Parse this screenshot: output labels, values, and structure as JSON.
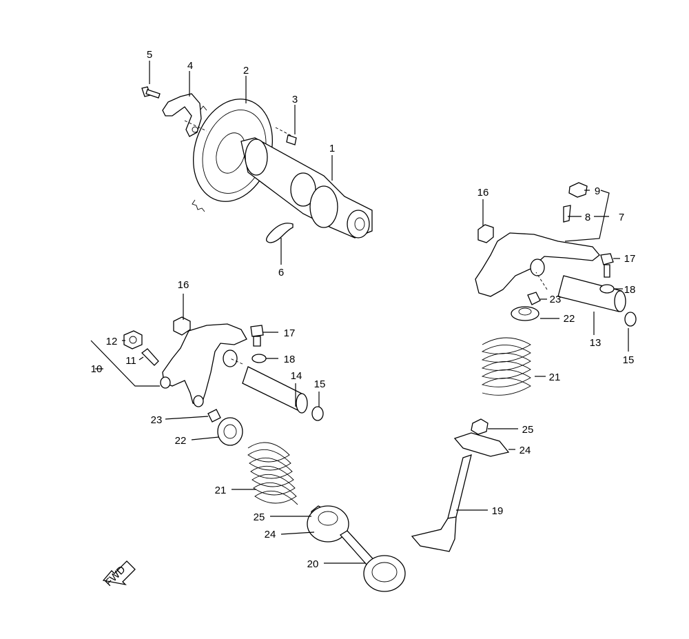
{
  "diagram": {
    "labels": {
      "p1": "1",
      "p2": "2",
      "p3": "3",
      "p4": "4",
      "p5": "5",
      "p6": "6",
      "p7": "7",
      "p8": "8",
      "p9": "9",
      "p10": "10",
      "p11": "11",
      "p12": "12",
      "p13": "13",
      "p14": "14",
      "p15a": "15",
      "p15b": "15",
      "p16a": "16",
      "p16b": "16",
      "p17a": "17",
      "p17b": "17",
      "p18a": "18",
      "p18b": "18",
      "p19": "19",
      "p20": "20",
      "p21a": "21",
      "p21b": "21",
      "p22a": "22",
      "p22b": "22",
      "p23a": "23",
      "p23b": "23",
      "p24a": "24",
      "p24b": "24",
      "p25a": "25",
      "p25b": "25"
    },
    "fwd_label": "FWD"
  }
}
